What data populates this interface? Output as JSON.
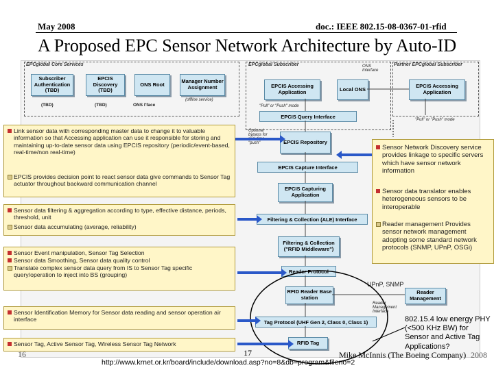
{
  "header": {
    "date": "May 2008",
    "doc": "doc.: IEEE 802.15-08-0367-01-rfid"
  },
  "title": "A Proposed EPC Sensor Network Architecture by Auto-ID",
  "diagram": {
    "core_label": "EPCglobal Core Services",
    "core_boxes": [
      "Subscriber Authentication (TBD)",
      "EPCIS Discovery (TBD)",
      "ONS Root",
      "Manager Number Assignment"
    ],
    "core_tags": [
      "(TBD)",
      "(TBD)",
      "ONS I'face"
    ],
    "offline": "(offline service)",
    "subscriber_label": "EPCglobal Subscriber",
    "partner_label": "Partner EPCglobal Subscriber",
    "ons_iface": "ONS Interface",
    "epcis_app": "EPCIS Accessing Application",
    "local_ons": "Local ONS",
    "partner_app": "EPCIS Accessing Application",
    "pull_push": "\"Pull\" or \"Push\" mode",
    "pull_push2": "\"Pull\" or \"Push\" mode",
    "query_iface": "EPCIS Query Interface",
    "optional": "Optional bypass for real-time \"push\"",
    "repository": "EPCIS Repository",
    "capture_iface": "EPCIS Capture Interface",
    "capturing": "EPCIS Capturing Application",
    "ale_iface": "Filtering & Collection (ALE) Interface",
    "middleware": "Filtering & Collection (\"RFID Middleware\")",
    "reader_protocol": "Reader Protocol",
    "upnp": "UPnP, SNMP",
    "rfid_reader": "RFID Reader Base station",
    "reader_mgmt": "Reader Management",
    "reader_mgmt_iface": "Reader Management Interface",
    "tag_protocol": "Tag Protocol (UHF Gen 2, Class 0, Class 1)",
    "rfid_tag": "RFID Tag"
  },
  "left_panels": [
    {
      "items": [
        {
          "bullet": "red",
          "text": "Link sensor data with corresponding master data to change it to valuable information so that Accessing application can use it responsible for storing and maintaining up-to-date sensor data using EPCIS repository (periodic/event-based, real-time/non real-time)"
        },
        {
          "bullet": "tan",
          "text": "EPCIS provides decision point to react sensor data give commands to Sensor Tag actuator throughout backward communication channel"
        }
      ]
    },
    {
      "items": [
        {
          "bullet": "red",
          "text": "Sensor data filtering & aggregation according to type, effective distance, periods, threshold, unit"
        },
        {
          "bullet": "tan",
          "text": "Sensor data accumulating (average, reliability)"
        }
      ]
    },
    {
      "items": [
        {
          "bullet": "red",
          "text": "Sensor Event manipulation, Sensor Tag Selection"
        },
        {
          "bullet": "red",
          "text": "Sensor data Smoothing, Sensor data quality control"
        },
        {
          "bullet": "tan",
          "text": "Translate complex sensor data query from IS to Sensor Tag specific query/operation to inject into BS (grouping)"
        }
      ]
    },
    {
      "items": [
        {
          "bullet": "red",
          "text": "Sensor Identification Memory for Sensor data reading and sensor operation air interface"
        }
      ]
    },
    {
      "items": [
        {
          "bullet": "red",
          "text": "Sensor Tag, Active Sensor Tag, Wireless Sensor Tag Network"
        }
      ]
    }
  ],
  "right_panel": {
    "items": [
      {
        "bullet": "red",
        "text": "Sensor Network Discovery service provides linkage to specific servers which have sensor network information"
      },
      {
        "bullet": "red",
        "text": "Sensor data translator enables heterogeneous sensors to be interoperable"
      },
      {
        "bullet": "tan",
        "text": "Reader management Provides sensor network management adopting some standard network protocols (SNMP, UPnP, OSGi)"
      }
    ]
  },
  "annotation": "802.15.4 low energy PHY (<500 KHz BW) for Sensor and Active Tag Applications?",
  "footer": {
    "left_num": "16",
    "page": "17",
    "author": "Mike McInnis (The Boeing Company)",
    "year": "2008",
    "url": "http://www.krnet.or.kr/board/include/download.asp?no=8&db=program&fileno=2"
  }
}
